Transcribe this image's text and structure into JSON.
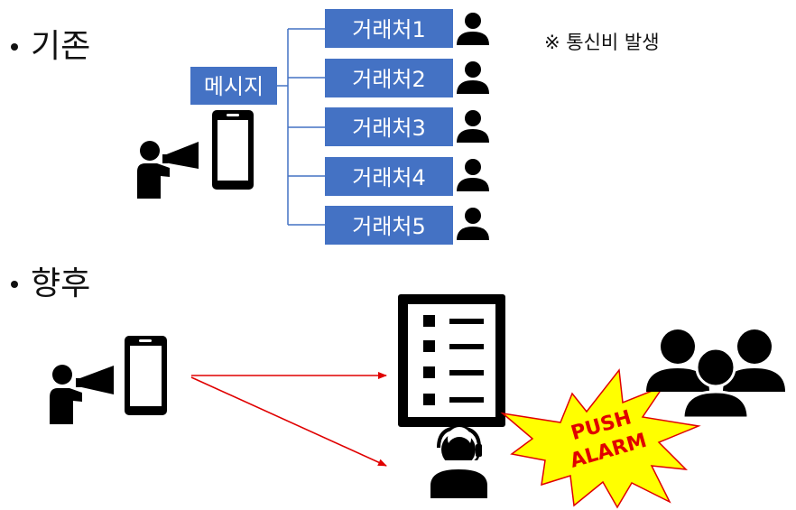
{
  "sections": {
    "before": {
      "title": "기존"
    },
    "after": {
      "title": "향후"
    }
  },
  "message_box": "메시지",
  "recipients": [
    "거래처1",
    "거래처2",
    "거래처3",
    "거래처4",
    "거래처5"
  ],
  "note": "※ 통신비 발생",
  "burst": {
    "line1": "PUSH",
    "line2": "ALARM"
  },
  "colors": {
    "box_blue": "#4472C4",
    "connector": "#4472C4",
    "arrow_red": "#E00000",
    "burst_fill": "#FFFF00",
    "burst_stroke": "#E00000",
    "icon": "#000000"
  },
  "icons": {
    "speaker": "person-megaphone-icon",
    "phone": "smartphone-icon",
    "recipient": "person-icon",
    "checklist": "checklist-icon",
    "operator": "headset-operator-icon",
    "audience": "people-group-icon"
  }
}
